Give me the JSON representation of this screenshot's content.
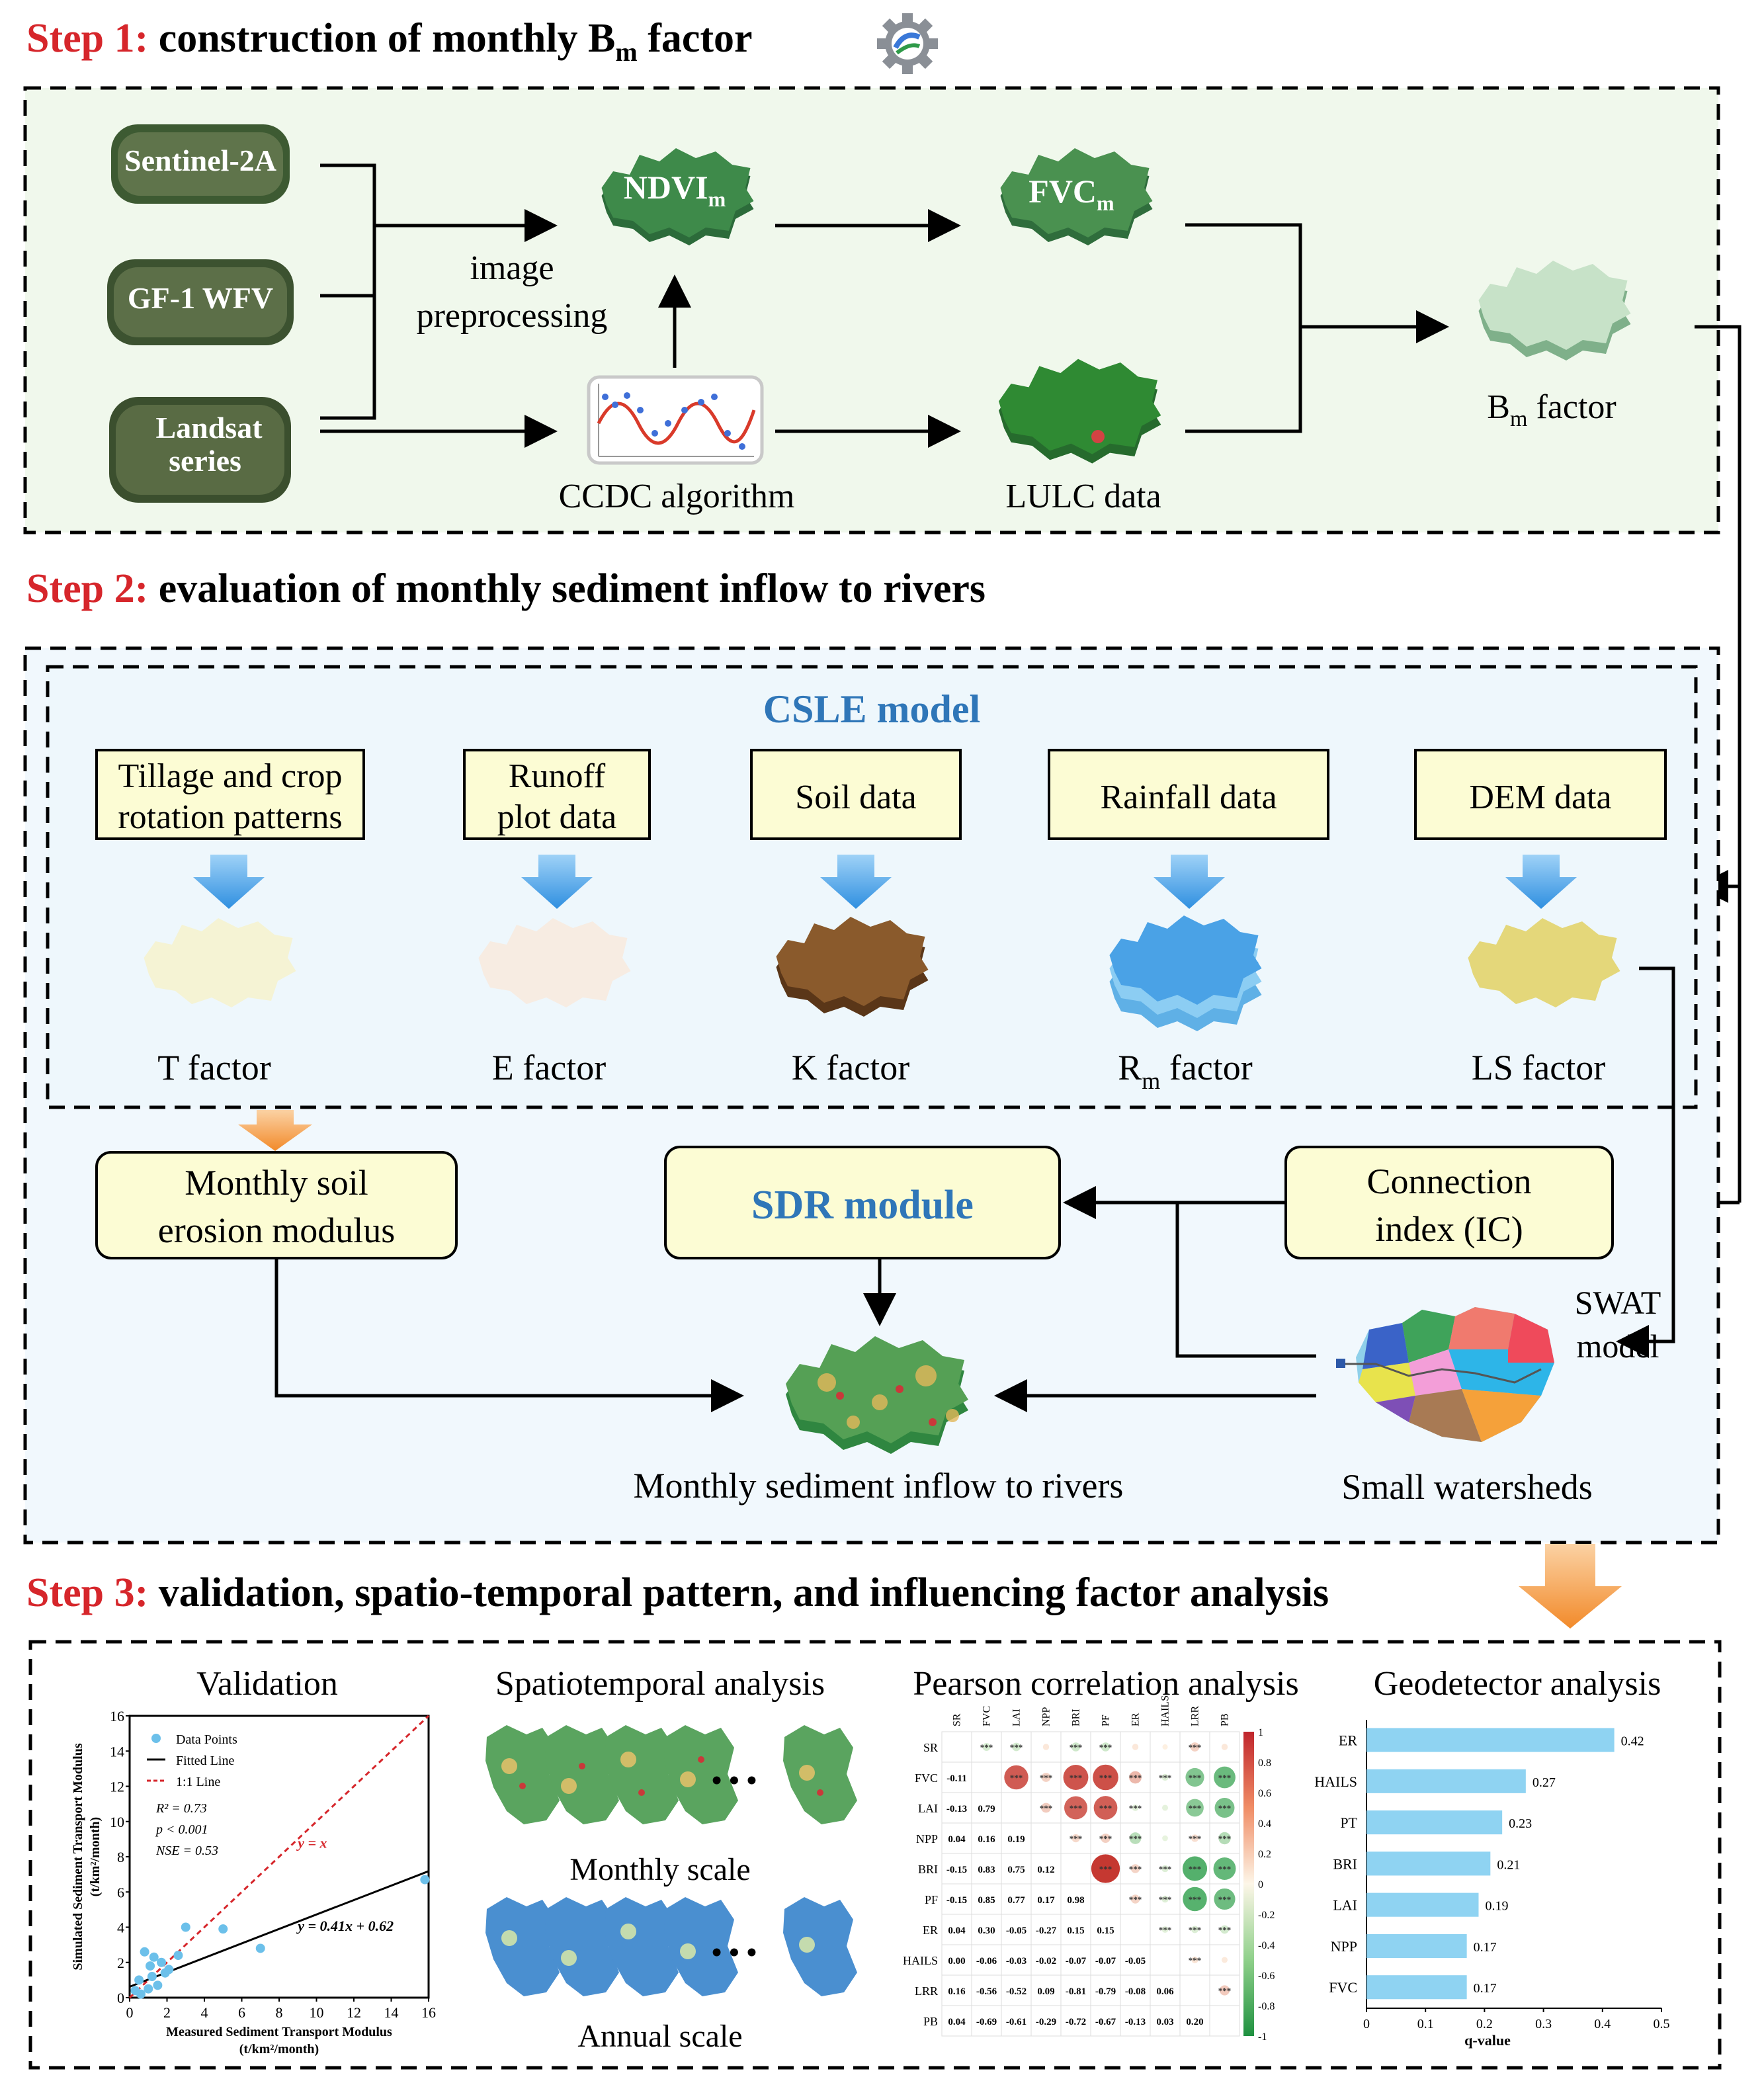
{
  "steps": {
    "s1": {
      "label": "Step 1:",
      "text": "construction of monthly B",
      "sub": "m",
      "tail": " factor"
    },
    "s2": {
      "label": "Step 2:",
      "text": "evaluation of monthly sediment inflow to rivers"
    },
    "s3": {
      "label": "Step 3:",
      "text": "validation, spatio-temporal pattern, and influencing factor analysis"
    }
  },
  "step1": {
    "sources": [
      "Sentinel-2A",
      "GF-1 WFV",
      "Landsat",
      "series"
    ],
    "ndvi": {
      "base": "NDVI",
      "sub": "m"
    },
    "fvc": {
      "base": "FVC",
      "sub": "m"
    },
    "preprocess": [
      "image",
      "preprocessing"
    ],
    "ccdc": "CCDC algorithm",
    "lulc": "LULC data",
    "bm": {
      "base": "B",
      "sub": "m",
      "tail": " factor"
    }
  },
  "step2": {
    "csle_title": "CSLE model",
    "inputs": [
      {
        "line1": "Tillage and crop",
        "line2": "rotation patterns",
        "factor": "T factor"
      },
      {
        "line1": "Runoff",
        "line2": "plot data",
        "factor": "E factor"
      },
      {
        "line1": "Soil data",
        "line2": "",
        "factor": "K factor"
      },
      {
        "line1": "Rainfall data",
        "line2": "",
        "factor_base": "R",
        "factor_sub": "m",
        "factor_tail": " factor"
      },
      {
        "line1": "DEM data",
        "line2": "",
        "factor": "LS factor"
      }
    ],
    "erosion": [
      "Monthly soil",
      "erosion modulus"
    ],
    "sdr": "SDR module",
    "ic": [
      "Connection",
      "index (IC)"
    ],
    "swat": [
      "SWAT",
      "model"
    ],
    "sediment": "Monthly sediment inflow to rivers",
    "watersheds": "Small watersheds"
  },
  "step3": {
    "validation": "Validation",
    "spatiotemporal": "Spatiotemporal analysis",
    "monthly_scale": "Monthly scale",
    "annual_scale": "Annual scale",
    "ellipsis": "• • •",
    "pearson": "Pearson correlation analysis",
    "geodetector": "Geodetector analysis"
  },
  "colors": {
    "step_red": "#d6262b",
    "csle_blue": "#2f76b8",
    "step_box_fill": "#fcfcd4",
    "bar_blue": "#8fd3f2"
  },
  "chart_data": [
    {
      "type": "scatter",
      "title": "",
      "xlabel": "Measured Sediment Transport Modulus",
      "xlabel_unit": "(t/km²/month)",
      "ylabel": "Simulated Sediment Transport Modulus",
      "ylabel_unit": "(t/km²/month)",
      "xlim": [
        0,
        16
      ],
      "ylim": [
        0,
        16
      ],
      "ticks": [
        0,
        2,
        4,
        6,
        8,
        10,
        12,
        14,
        16
      ],
      "legend": [
        "Data Points",
        "Fitted Line",
        "1:1 Line"
      ],
      "legend_position": "top-left",
      "stats": [
        "R² = 0.73",
        "p < 0.001",
        "NSE = 0.53"
      ],
      "fit_label": "y = 0.41x + 0.62",
      "one_to_one_label": "y = x",
      "fit": {
        "slope": 0.41,
        "intercept": 0.62
      },
      "points": [
        {
          "x": 0.3,
          "y": 0.4
        },
        {
          "x": 0.5,
          "y": 1.0
        },
        {
          "x": 0.6,
          "y": 0.2
        },
        {
          "x": 0.8,
          "y": 2.6
        },
        {
          "x": 1.0,
          "y": 0.5
        },
        {
          "x": 1.1,
          "y": 1.8
        },
        {
          "x": 1.2,
          "y": 1.2
        },
        {
          "x": 1.3,
          "y": 2.3
        },
        {
          "x": 1.5,
          "y": 0.7
        },
        {
          "x": 1.7,
          "y": 2.0
        },
        {
          "x": 1.9,
          "y": 1.4
        },
        {
          "x": 2.1,
          "y": 1.6
        },
        {
          "x": 2.6,
          "y": 2.4
        },
        {
          "x": 3.0,
          "y": 4.0
        },
        {
          "x": 5.0,
          "y": 3.9
        },
        {
          "x": 7.0,
          "y": 2.8
        },
        {
          "x": 15.8,
          "y": 6.7
        }
      ]
    },
    {
      "type": "heatmap",
      "variables": [
        "SR",
        "FVC",
        "LAI",
        "NPP",
        "BRI",
        "PF",
        "ER",
        "HAILS",
        "LRR",
        "PB"
      ],
      "lower": [
        [],
        [
          "-0.11"
        ],
        [
          "-0.13",
          "0.79"
        ],
        [
          "0.04",
          "0.16",
          "0.19"
        ],
        [
          "-0.15",
          "0.83",
          "0.75",
          "0.12"
        ],
        [
          "-0.15",
          "0.85",
          "0.77",
          "0.17",
          "0.98"
        ],
        [
          "0.04",
          "0.30",
          "-0.05",
          "-0.27",
          "0.15",
          "0.15"
        ],
        [
          "0.00",
          "-0.06",
          "-0.03",
          "-0.02",
          "-0.07",
          "-0.07",
          "-0.05"
        ],
        [
          "0.16",
          "-0.56",
          "-0.52",
          "0.09",
          "-0.81",
          "-0.79",
          "-0.08",
          "0.06"
        ],
        [
          "0.04",
          "-0.69",
          "-0.61",
          "-0.29",
          "-0.72",
          "-0.67",
          "-0.13",
          "0.03",
          "0.20"
        ]
      ],
      "colorbar_ticks": [
        "1",
        "0.8",
        "0.6",
        "0.4",
        "0.2",
        "0",
        "-0.2",
        "-0.4",
        "-0.6",
        "-0.8",
        "-1"
      ],
      "significance": "***"
    },
    {
      "type": "bar",
      "orientation": "horizontal",
      "categories": [
        "ER",
        "HAILS",
        "PT",
        "BRI",
        "LAI",
        "NPP",
        "FVC"
      ],
      "values": [
        0.42,
        0.27,
        0.23,
        0.21,
        0.19,
        0.17,
        0.17
      ],
      "value_labels": [
        "0.42",
        "0.27",
        "0.23",
        "0.21",
        "0.19",
        "0.17",
        "0.17"
      ],
      "xlabel": "q-value",
      "xlim": [
        0,
        0.5
      ],
      "ticks": [
        "0",
        "0.1",
        "0.2",
        "0.3",
        "0.4",
        "0.5"
      ]
    }
  ]
}
